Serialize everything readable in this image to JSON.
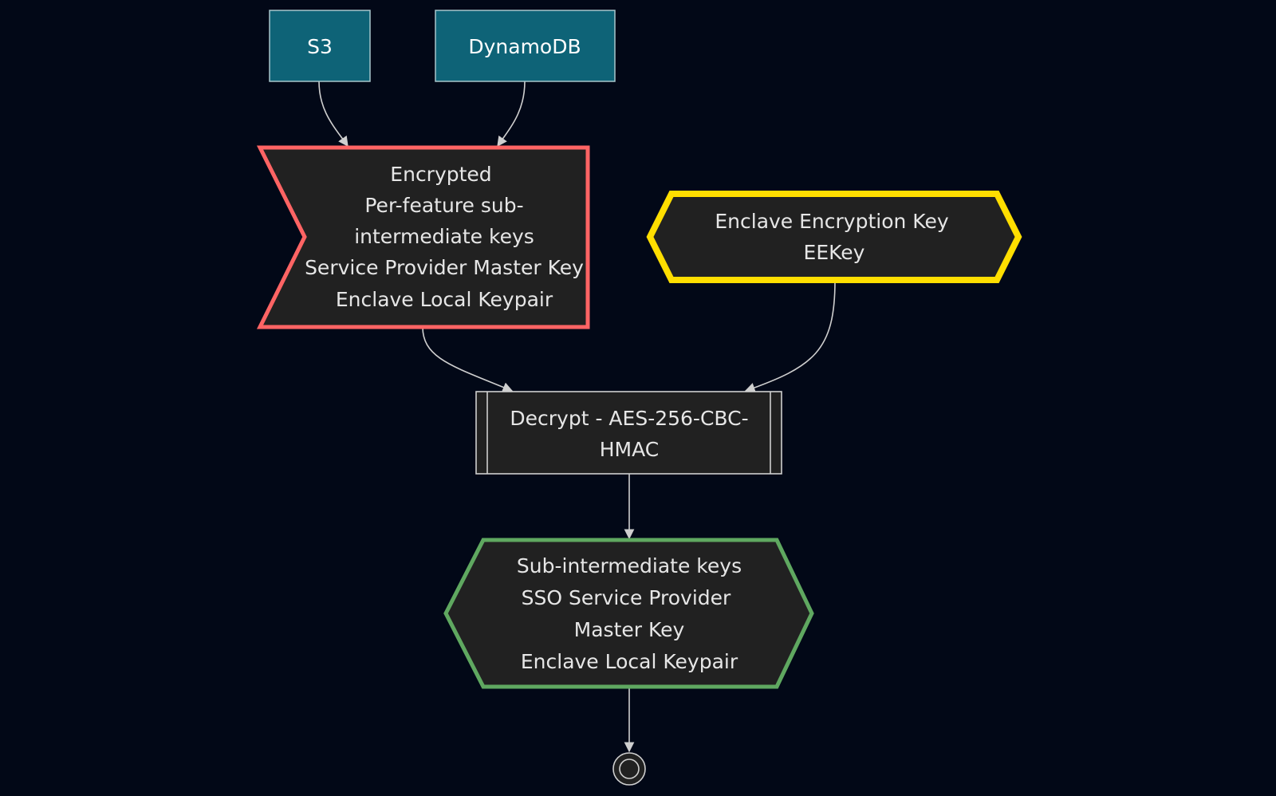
{
  "nodes": {
    "s3": {
      "label": "S3"
    },
    "dynamodb": {
      "label": "DynamoDB"
    },
    "encrypted": {
      "lines": [
        "Encrypted",
        "Per-feature sub-",
        "intermediate keys",
        "Service Provider Master Key",
        "Enclave Local Keypair"
      ]
    },
    "eekey": {
      "lines": [
        "Enclave Encryption Key",
        "EEKey"
      ]
    },
    "decrypt": {
      "lines": [
        "Decrypt - AES-256-CBC-",
        "HMAC"
      ]
    },
    "result": {
      "lines": [
        "Sub-intermediate keys",
        "SSO Service Provider",
        "Master Key",
        "Enclave Local Keypair"
      ]
    }
  },
  "colors": {
    "background": "#020817",
    "store_fill": "#0e6377",
    "store_border": "#a8c6cc",
    "node_fill": "#212121",
    "encrypted_border": "#ff6464",
    "eekey_border": "#ffde00",
    "result_border": "#5fa860",
    "edge": "#cfcfcf"
  }
}
